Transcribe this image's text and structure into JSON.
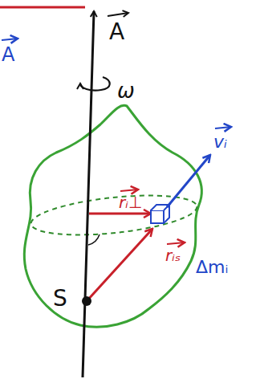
{
  "diagram": {
    "labels": [
      "A",
      "A",
      "ω",
      "rᵢ⊥",
      "vᵢ",
      "Δmᵢ",
      "rᵢₛ",
      "S"
    ]
  }
}
